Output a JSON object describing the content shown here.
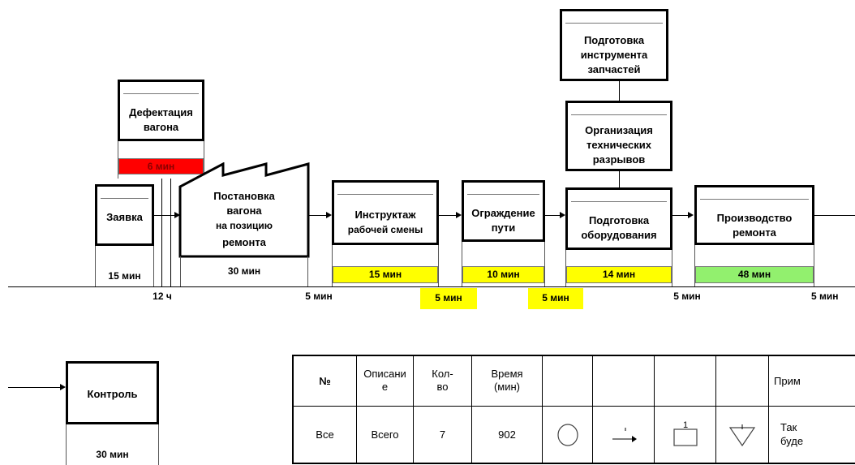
{
  "steps": {
    "zayavka": {
      "label": "Заявка",
      "time": "15 мин"
    },
    "defektatsiya": {
      "label_line1": "Дефектация",
      "label_line2": "вагона",
      "time": "6 мин"
    },
    "postanovka": {
      "line1": "Постановка",
      "line2": "вагона",
      "line3": "на позицию",
      "line4": "ремонта",
      "time": "30 мин"
    },
    "instruktazh": {
      "line1": "Инструктаж",
      "line2": "рабочей смены",
      "time": "15 мин"
    },
    "ograzhdenie": {
      "line1": "Ограждение",
      "line2": "пути",
      "time": "10 мин"
    },
    "podgotovka_instr": {
      "line1": "Подготовка",
      "line2": "инструмента",
      "line3": "запчастей"
    },
    "organizatsiya": {
      "line1": "Организация",
      "line2": "технических",
      "line3": "разрывов"
    },
    "podgotovka_obor": {
      "line1": "Подготовка",
      "line2": "оборудования",
      "time": "14 мин"
    },
    "proizvodstvo": {
      "line1": "Производство",
      "line2": "ремонта",
      "time": "48 мин"
    },
    "kontrol": {
      "label": "Контроль",
      "time": "30 мин"
    }
  },
  "waits": {
    "w12h": "12 ч",
    "w5a": "5 мин",
    "w5b": "5 мин",
    "w5c": "5 мин",
    "w5d": "5 мин",
    "w5e": "5 мин"
  },
  "colors": {
    "red": "#ff0000",
    "yellow": "#ffff00",
    "green": "#92f06e"
  },
  "summary": {
    "headers": [
      "№",
      "Описание",
      "Кол-во",
      "Время (мин)",
      "",
      "",
      "",
      "",
      "Прим"
    ],
    "header_desc_l1": "Описани",
    "header_desc_l2": "е",
    "header_qty_l1": "Кол-",
    "header_qty_l2": "во",
    "header_time_l1": "Время",
    "header_time_l2": "(мин)",
    "header_note": "Прим",
    "row": {
      "num": "Все",
      "desc": "Всего",
      "qty": "7",
      "time": "902",
      "note_l1": "Так",
      "note_l2": "буде"
    },
    "icon_labels": {
      "box_num": "1"
    }
  }
}
